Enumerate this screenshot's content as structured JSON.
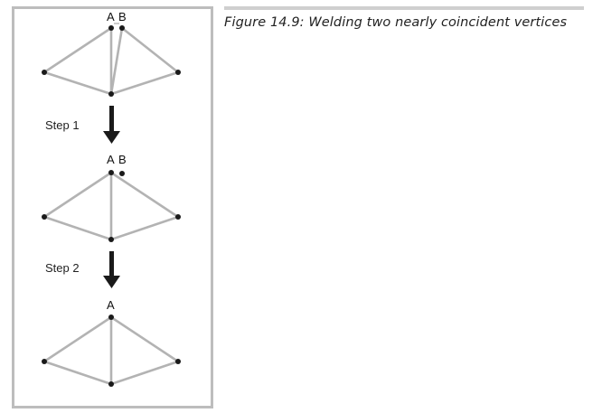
{
  "caption": {
    "text": "Figure 14.9: Welding two nearly coincident vertices"
  },
  "figure": {
    "stages": [
      {
        "name": "initial",
        "vertex_labels": [
          "A",
          "B"
        ],
        "description": "Vertices A and B nearly coincident; both connected to the mesh"
      },
      {
        "name": "after-step-1",
        "vertex_labels": [
          "A",
          "B"
        ],
        "description": "Edges from B redirected to A; B is now isolated"
      },
      {
        "name": "after-step-2",
        "vertex_labels": [
          "A"
        ],
        "description": "Isolated vertex B removed"
      }
    ],
    "steps": [
      {
        "label": "Step 1"
      },
      {
        "label": "Step 2"
      }
    ]
  },
  "colors": {
    "edge": "#b3b3b3",
    "vertex": "#1a1a1a",
    "border": "#bdbdbd",
    "caption_rule": "#cfcfcf"
  }
}
